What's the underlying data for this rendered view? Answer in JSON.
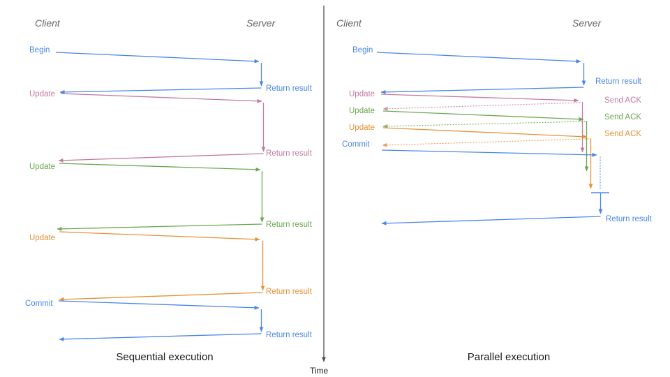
{
  "palette": {
    "blue": "#4a86e8",
    "pink": "#c27ba0",
    "green": "#6aa84f",
    "orange": "#e69138",
    "axis_gray": "#4d4d4d",
    "header_gray": "#666666"
  },
  "time_axis": {
    "label": "Time"
  },
  "sequential": {
    "title": "Sequential execution",
    "client_header": "Client",
    "server_header": "Server",
    "messages": [
      {
        "request": "Begin",
        "response": "Return result",
        "color": "#4a86e8"
      },
      {
        "request": "Update",
        "response": "Return result",
        "color": "#c27ba0"
      },
      {
        "request": "Update",
        "response": "Return result",
        "color": "#6aa84f"
      },
      {
        "request": "Update",
        "response": "Return result",
        "color": "#e69138"
      },
      {
        "request": "Commit",
        "response": "Return result",
        "color": "#4a86e8"
      }
    ]
  },
  "parallel": {
    "title": "Parallel execution",
    "client_header": "Client",
    "server_header": "Server",
    "messages": [
      {
        "request": "Begin",
        "response": "Return result",
        "color": "#4a86e8"
      },
      {
        "request": "Update",
        "response": "Send ACK",
        "color": "#c27ba0"
      },
      {
        "request": "Update",
        "response": "Send ACK",
        "color": "#6aa84f"
      },
      {
        "request": "Update",
        "response": "Send ACK",
        "color": "#e69138"
      },
      {
        "request": "Commit",
        "response": "Return result",
        "color": "#4a86e8"
      }
    ]
  }
}
